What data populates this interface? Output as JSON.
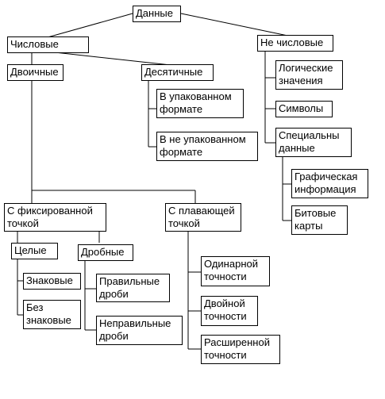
{
  "nodes": {
    "root": "Данные",
    "numeric": "Числовые",
    "non_numeric": "Не числовые",
    "binary": "Двоичные",
    "decimal": "Десятичные",
    "packed": "В упакованном\nформате",
    "unpacked": "В не упакованном\nформате",
    "logical": "Логические\nзначения",
    "symbols": "Символы",
    "special": "Специальны\nданные",
    "graphic": "Графическая\nинформация",
    "bitmaps": "Битовые\nкарты",
    "fixed_point": "С фиксированной\nточкой",
    "floating_point": "С плавающей\nточкой",
    "integers": "Целые",
    "fractional": "Дробные",
    "signed": "Знаковые",
    "unsigned": "Без\nзнаковые",
    "proper_fractions": "Правильные\nдроби",
    "improper_fractions": "Неправильные\nдроби",
    "single_precision": "Одинарной\nточности",
    "double_precision": "Двойной\nточности",
    "extended_precision": "Расширенной\nточности"
  }
}
